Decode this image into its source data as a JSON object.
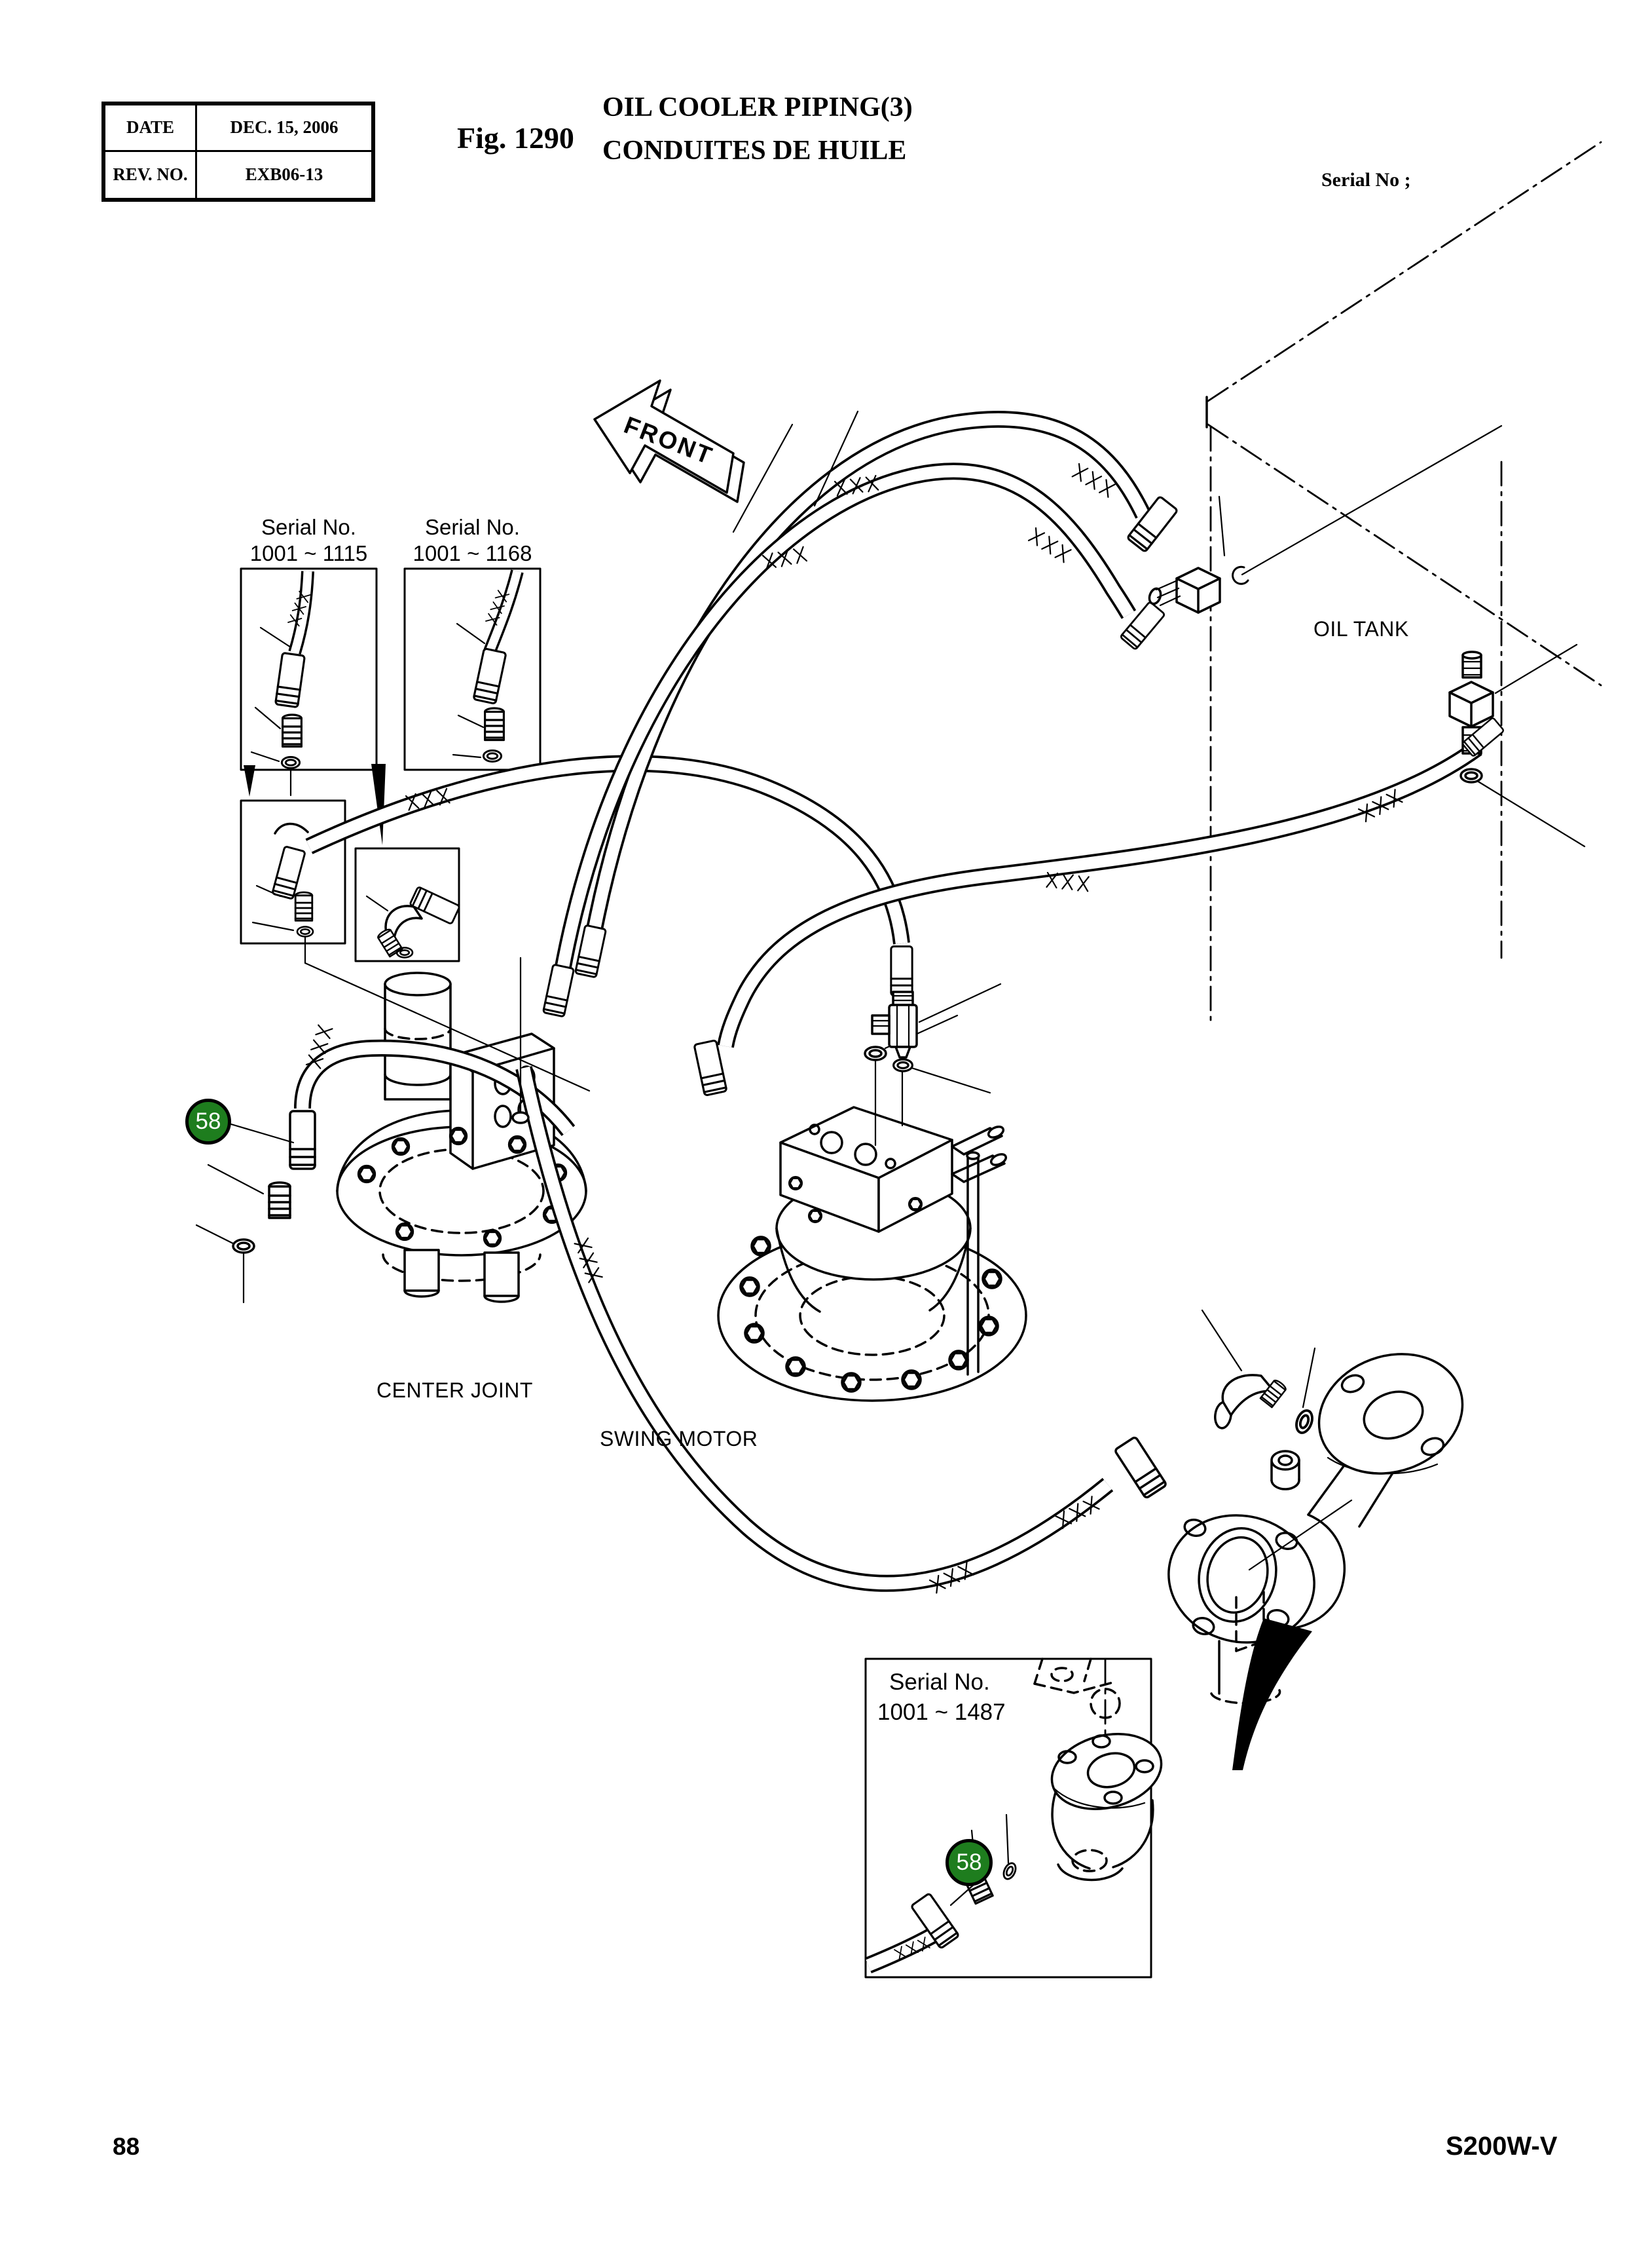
{
  "page": {
    "number": "88",
    "model_code": "S200W-V"
  },
  "revision_table": {
    "rows": [
      {
        "label": "DATE",
        "value": "DEC. 15, 2006"
      },
      {
        "label": "REV. NO.",
        "value": "EXB06-13"
      }
    ]
  },
  "header": {
    "figure_no": "Fig. 1290",
    "title_line1": "OIL COOLER PIPING(3)",
    "title_line2": "CONDUITES DE HUILE",
    "serial_note": "Serial No ;"
  },
  "diagram": {
    "front_arrow_label": "FRONT",
    "part_labels": {
      "oil_tank": "OIL TANK",
      "center_joint": "CENTER JOINT",
      "swing_motor": "SWING MOTOR"
    },
    "serial_insets": [
      {
        "title": "Serial No.",
        "range": "1001 ~ 1115"
      },
      {
        "title": "Serial No.",
        "range": "1001 ~ 1168"
      },
      {
        "title": "Serial No.",
        "range": "1001 ~ 1487"
      }
    ],
    "callouts": [
      {
        "number": "58"
      },
      {
        "number": "58"
      }
    ],
    "callout_color": "#1e7d1e",
    "line_color": "#000000"
  }
}
